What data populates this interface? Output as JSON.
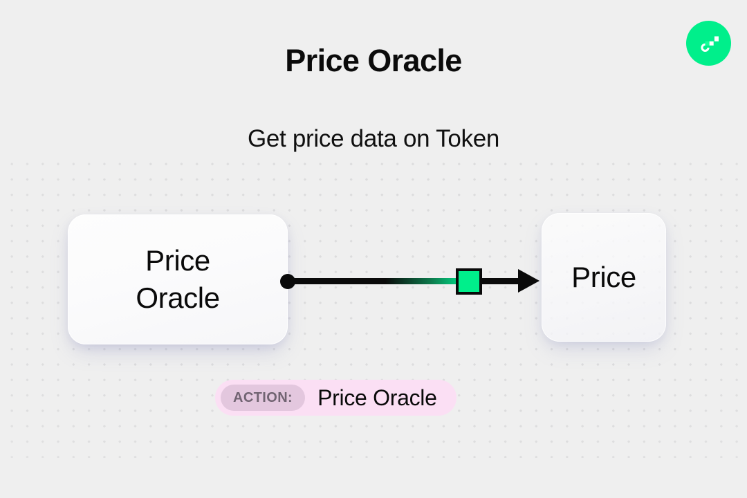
{
  "header": {
    "title": "Price Oracle",
    "subtitle": "Get price data on Token",
    "logo_icon": "flow-logo-icon",
    "logo_color": "#00ef8b"
  },
  "diagram": {
    "source_node": {
      "label_line1": "Price",
      "label_line2": "Oracle"
    },
    "target_node": {
      "label": "Price"
    },
    "connector": {
      "start_icon": "edge-start-dot-icon",
      "mid_icon": "edge-green-square-icon",
      "end_icon": "edge-arrowhead-icon",
      "line_color": "#0a0a0a",
      "accent_color": "#00ef8b"
    }
  },
  "action": {
    "chip_label": "ACTION:",
    "value": "Price Oracle",
    "badge_color": "#fbdff4",
    "chip_color": "#e3c7de"
  },
  "canvas": {
    "background_color": "#efefef",
    "dot_color": "#dcdcdd"
  }
}
